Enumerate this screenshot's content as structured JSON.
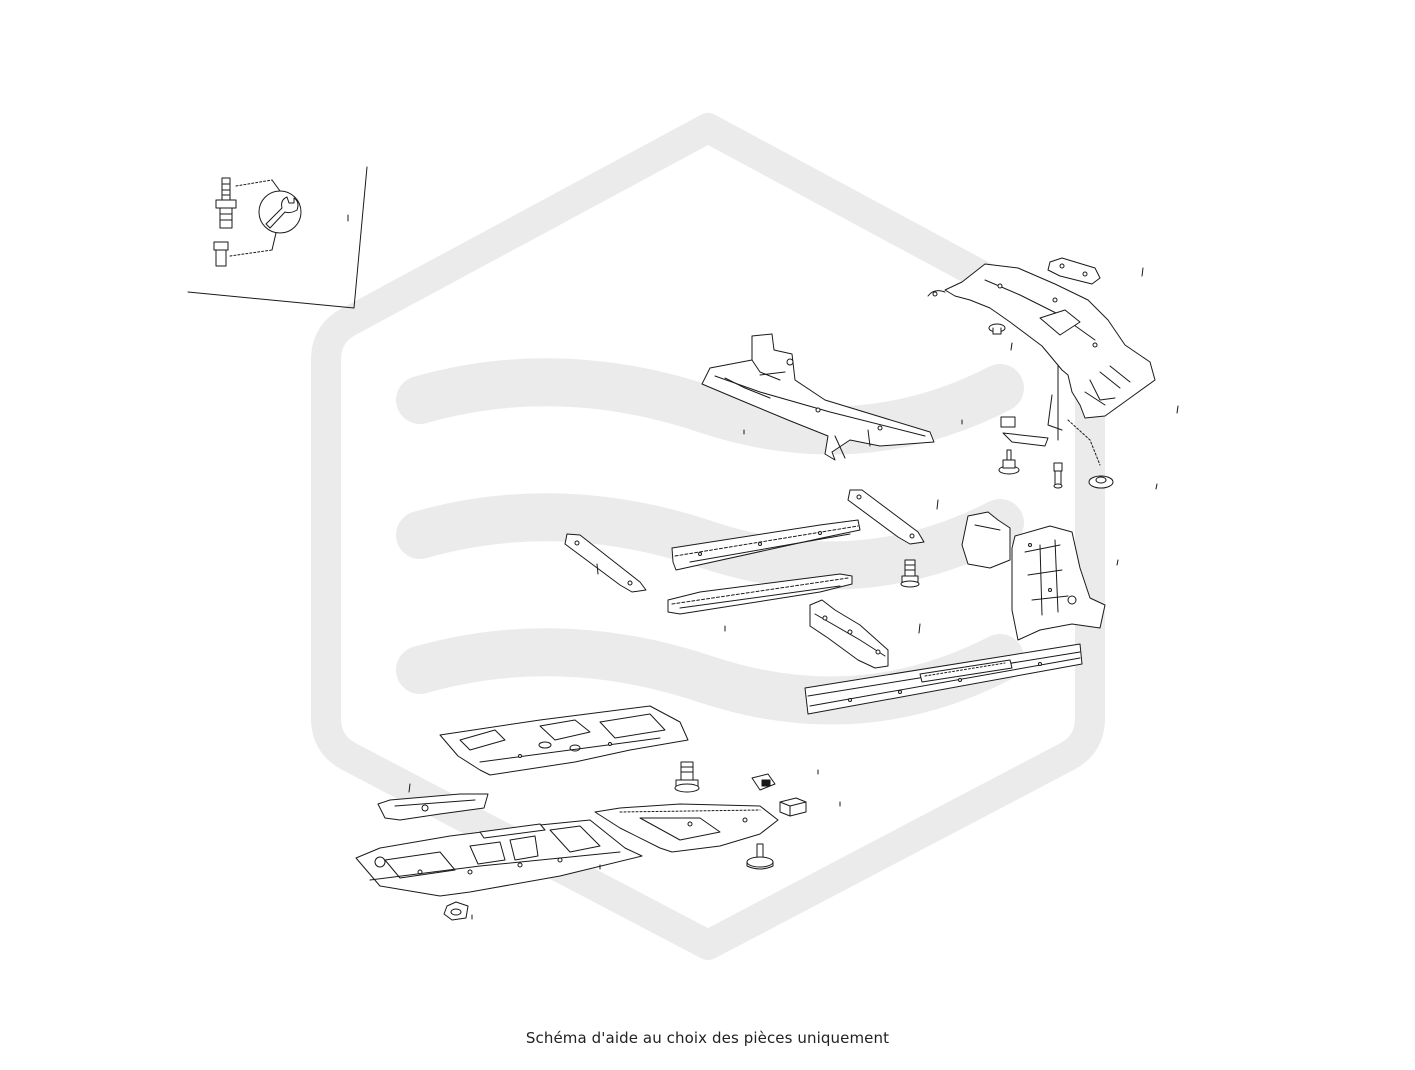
{
  "caption": "Schéma d'aide au choix des pièces uniquement",
  "colors": {
    "background": "#ffffff",
    "watermark": "#ebebeb",
    "line": "#1a1a1a",
    "fill": "#ffffff",
    "caption_text": "#222222"
  },
  "parts": [
    {
      "name": "legend-box",
      "icon": "bolt-nut-wrench-icon"
    },
    {
      "name": "rear-tunnel-crossmember"
    },
    {
      "name": "front-underbody-shield"
    },
    {
      "name": "shield-pad"
    },
    {
      "name": "shield-clip"
    },
    {
      "name": "shield-screw"
    },
    {
      "name": "shield-bolt"
    },
    {
      "name": "shield-nut"
    },
    {
      "name": "mounting-bracket-left"
    },
    {
      "name": "mounting-bracket-right"
    },
    {
      "name": "seat-rail-upper"
    },
    {
      "name": "seat-rail-lower"
    },
    {
      "name": "flange-bolt"
    },
    {
      "name": "side-reinforcement-bracket"
    },
    {
      "name": "front-side-panel"
    },
    {
      "name": "side-sill-rail"
    },
    {
      "name": "center-floor-panel"
    },
    {
      "name": "rear-floor-panel"
    },
    {
      "name": "sill-bracket"
    },
    {
      "name": "floor-cover-panel"
    },
    {
      "name": "hex-bolt"
    },
    {
      "name": "clip-nut"
    },
    {
      "name": "foam-block"
    },
    {
      "name": "flange-screw"
    },
    {
      "name": "wheel-nut"
    }
  ]
}
